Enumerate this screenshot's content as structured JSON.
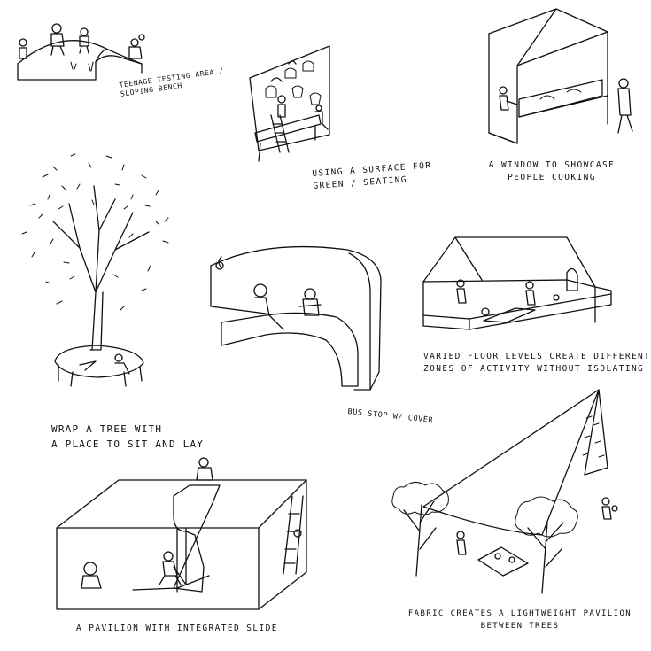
{
  "captions": {
    "teenage_testing_area": "TEENAGE TESTING AREA / SLOPING BENCH",
    "surface_green_seating": "USING A SURFACE FOR GREEN / SEATING",
    "window_showcase": "A WINDOW TO SHOWCASE PEOPLE COOKING",
    "wrap_tree": "WRAP A TREE WITH A PLACE TO SIT AND LAY",
    "bus_stop": "BUS STOP W/ COVER",
    "varied_floor_levels": "VARIED FLOOR LEVELS CREATE DIFFERENT ZONES OF ACTIVITY WITHOUT ISOLATING",
    "pavilion_slide": "A PAVILION WITH INTEGRATED SLIDE",
    "fabric_pavilion": "FABRIC CREATES A LIGHTWEIGHT PAVILION BETWEEN TREES"
  },
  "caption_lines": {
    "teenage_1": "TEENAGE TESTING AREA /",
    "teenage_2": "SLOPING BENCH",
    "surface_1": "USING A SURFACE FOR",
    "surface_2": "GREEN / SEATING",
    "window_1": "A WINDOW TO SHOWCASE",
    "window_2": "PEOPLE COOKING",
    "tree_1": "WRAP A TREE WITH",
    "tree_2": "A PLACE TO SIT AND LAY",
    "bus_1": "BUS STOP W/ COVER",
    "levels_1": "VARIED FLOOR LEVELS CREATE DIFFERENT",
    "levels_2": "ZONES OF ACTIVITY WITHOUT ISOLATING",
    "slide_1": "A PAVILION WITH INTEGRATED SLIDE",
    "fabric_1": "FABRIC CREATES A LIGHTWEIGHT PAVILION",
    "fabric_2": "BETWEEN TREES"
  },
  "colors": {
    "ink": "#111111",
    "paper": "#ffffff"
  }
}
